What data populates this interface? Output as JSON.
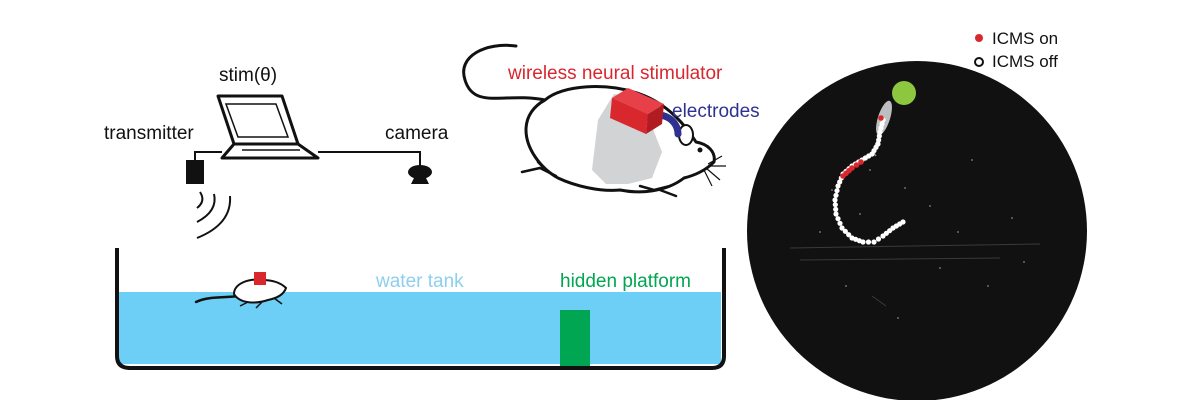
{
  "labels": {
    "stim": "stim(θ)",
    "transmitter": "transmitter",
    "camera": "camera",
    "stimulator": "wireless neural stimulator",
    "electrodes": "electrodes",
    "water_tank": "water tank",
    "hidden_platform": "hidden platform"
  },
  "legend": {
    "on": "ICMS on",
    "off": "ICMS off"
  },
  "colors": {
    "stimulator_red": "#d9272e",
    "electrodes_blue": "#2e3192",
    "water_label_blue": "#8ccfee",
    "platform_green": "#00a651",
    "water_fill": "#6dcff6",
    "target_green": "#8dc63f",
    "pool_black": "#111111",
    "rat_body_grey": "#d1d3d4"
  }
}
